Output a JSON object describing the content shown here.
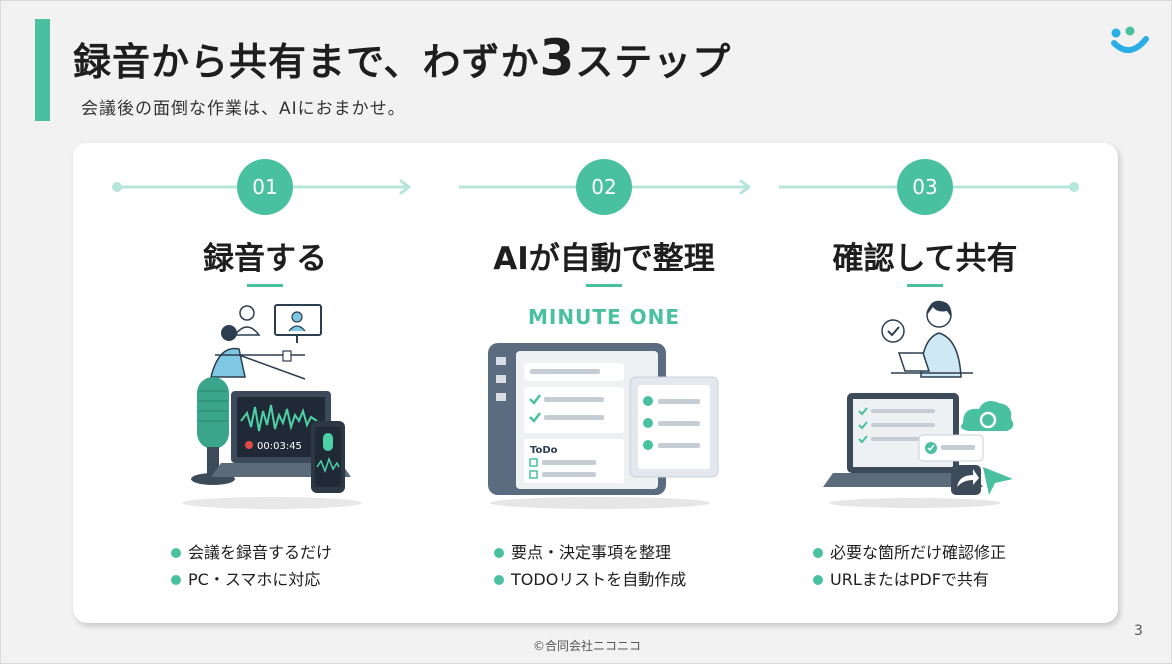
{
  "slide": {
    "title_part1": "録音から共有まで、わずか",
    "title_number": "3",
    "title_part2": "ステップ",
    "subtitle": "会議後の面倒な作業は、AIにおまかせ。",
    "page_number": "3",
    "footer": "©合同会社ニコニコ"
  },
  "colors": {
    "accent": "#49c1a0",
    "background": "#f2f2f2",
    "card": "#ffffff",
    "text": "#1e1e1e"
  },
  "steps": [
    {
      "number": "01",
      "title": "録音する",
      "illustration": "meeting-recording-illustration",
      "timer": "00:03:45",
      "bullets": [
        "会議を録音するだけ",
        "PC・スマホに対応"
      ]
    },
    {
      "number": "02",
      "title": "AIが自動で整理",
      "brand": "MINUTE ONE",
      "illustration": "ai-summary-app-illustration",
      "todo_label": "ToDo",
      "bullets": [
        "要点・決定事項を整理",
        "TODOリストを自動作成"
      ]
    },
    {
      "number": "03",
      "title": "確認して共有",
      "illustration": "review-share-illustration",
      "bullets": [
        "必要な箇所だけ確認修正",
        "URLまたはPDFで共有"
      ]
    }
  ]
}
